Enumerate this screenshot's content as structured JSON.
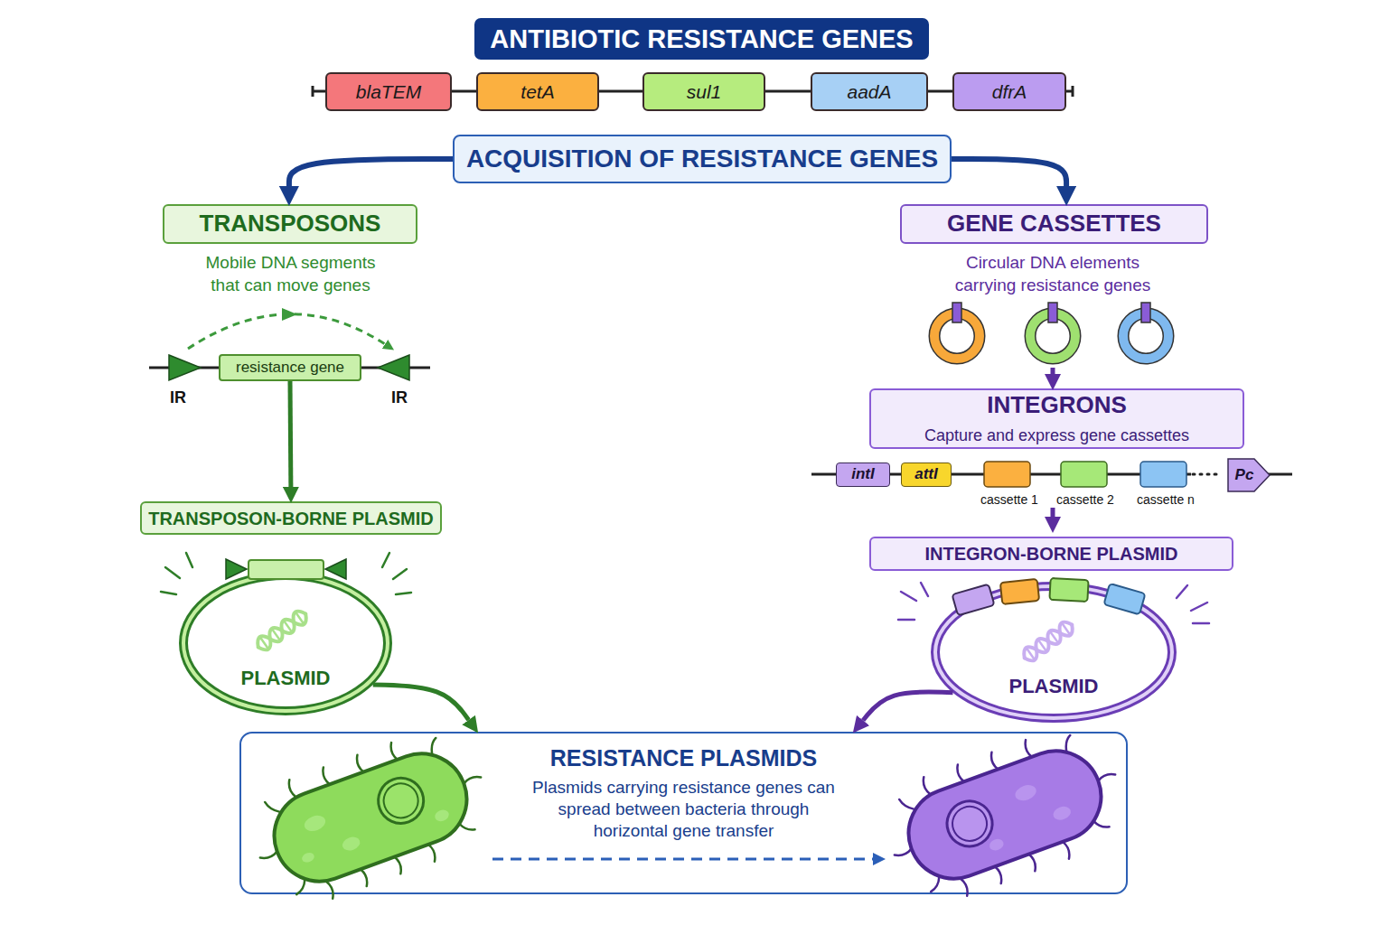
{
  "diagram": {
    "title": "ANTIBIOTIC RESISTANCE GENES",
    "nodes": [
      {
        "text": [
          "blaTEM"
        ]
      },
      {
        "text": [
          "tetA"
        ]
      },
      {
        "text": [
          "sul1"
        ]
      },
      {
        "text": [
          "aadA"
        ]
      },
      {
        "text": [
          "dfrA"
        ]
      },
      {
        "text": [
          "ACQUISITION OF RESISTANCE GENES"
        ]
      },
      {
        "text": [
          "TRANSPOSONS"
        ]
      },
      {
        "text": [
          "resistance gene"
        ]
      },
      {
        "text": [
          "TRANSPOSON-BORNE PLASMID"
        ]
      },
      {
        "text": [
          "PLASMID"
        ]
      },
      {
        "text": [
          "GENE CASSETTES"
        ]
      },
      {
        "text": [
          "INTEGRONS",
          "Capture and express gene cassettes"
        ]
      },
      {
        "text": [
          "intI"
        ]
      },
      {
        "text": [
          "attI"
        ]
      },
      {
        "text": [
          "Pc"
        ]
      },
      {
        "text": [
          "INTEGRON-BORNE PLASMID"
        ]
      },
      {
        "text": [
          "PLASMID"
        ]
      },
      {
        "text": [
          "RESISTANCE PLASMIDS",
          "Plasmids carrying resistance genes can spread between bacteria through horizontal gene transfer"
        ]
      }
    ],
    "edges": [
      {
        "from": 5,
        "to": 6,
        "arrow": "to"
      },
      {
        "from": 5,
        "to": 10,
        "arrow": "to"
      },
      {
        "from": 7,
        "to": 8,
        "arrow": "to"
      },
      {
        "from": 9,
        "to": 17,
        "arrow": "to"
      },
      {
        "from": 16,
        "to": 17,
        "arrow": "to"
      }
    ],
    "labels": [
      "Mobile DNA segments that can move genes",
      "IR",
      "IR",
      "Circular DNA elements carrying resistance genes",
      "cassette 1",
      "cassette 2",
      "cassette n"
    ]
  }
}
